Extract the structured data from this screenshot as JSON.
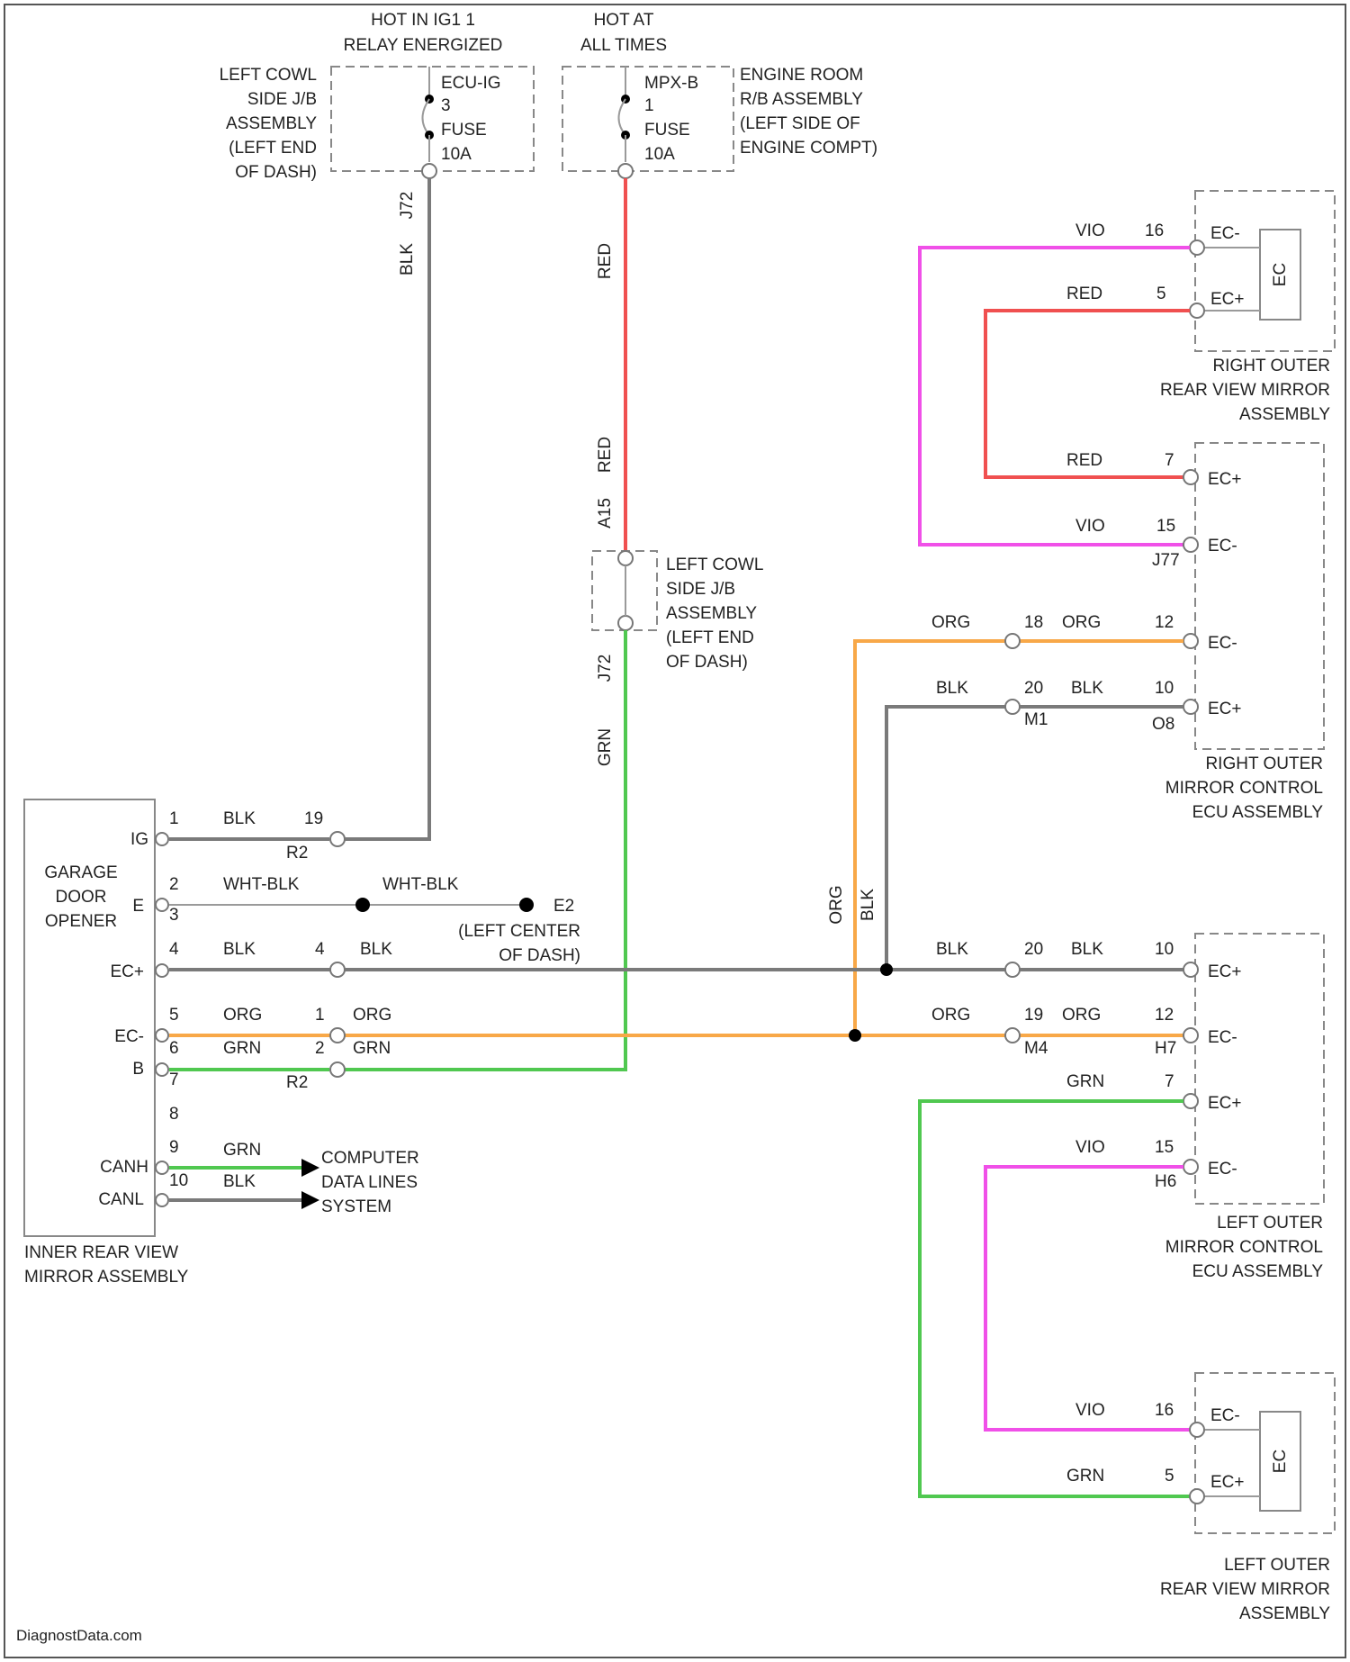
{
  "header": {
    "hot_ig": "HOT IN IG1 1",
    "relay": "RELAY ENERGIZED",
    "hot_at": "HOT AT",
    "all_times": "ALL TIMES"
  },
  "jb_left": [
    "LEFT COWL",
    "SIDE J/B",
    "ASSEMBLY",
    "(LEFT END",
    "OF DASH)"
  ],
  "fuse_ecu": {
    "name": "ECU-IG",
    "num": "3",
    "fuse": "FUSE",
    "amps": "10A"
  },
  "fuse_mpx": {
    "name": "MPX-B",
    "num": "1",
    "fuse": "FUSE",
    "amps": "10A"
  },
  "rb_engine": [
    "ENGINE ROOM",
    "R/B ASSEMBLY",
    "(LEFT SIDE OF",
    "ENGINE COMPT)"
  ],
  "jb_mid": [
    "LEFT COWL",
    "SIDE J/B",
    "ASSEMBLY",
    "(LEFT END",
    "OF DASH)"
  ],
  "right_mirror": [
    "RIGHT OUTER",
    "REAR VIEW MIRROR",
    "ASSEMBLY"
  ],
  "right_ecu": [
    "RIGHT OUTER",
    "MIRROR CONTROL",
    "ECU ASSEMBLY"
  ],
  "left_ecu": [
    "LEFT OUTER",
    "MIRROR CONTROL",
    "ECU ASSEMBLY"
  ],
  "left_mirror": [
    "LEFT OUTER",
    "REAR VIEW MIRROR",
    "ASSEMBLY"
  ],
  "inner_mirror": [
    "INNER REAR VIEW",
    "MIRROR ASSEMBLY"
  ],
  "garage": [
    "GARAGE",
    "DOOR",
    "OPENER"
  ],
  "ground": {
    "name": "E2",
    "loc": [
      "(LEFT CENTER",
      "OF DASH)"
    ]
  },
  "computer": [
    "COMPUTER",
    "DATA LINES",
    "SYSTEM"
  ],
  "pin_labels": {
    "ig": "IG",
    "e": "E",
    "ecp": "EC+",
    "ecm": "EC-",
    "b": "B",
    "canh": "CANH",
    "canl": "CANL",
    "ec_minus": "EC-",
    "ec_plus": "EC+",
    "ec_btn": "EC"
  },
  "wire_colors": {
    "blk": "BLK",
    "red": "RED",
    "vio": "VIO",
    "org": "ORG",
    "grn": "GRN",
    "wht_blk": "WHT-BLK"
  },
  "connectors": {
    "j72a": "J72",
    "j72b": "J72",
    "a15": "A15",
    "j77": "J77",
    "m1": "M1",
    "o8": "O8",
    "m4": "M4",
    "h7": "H7",
    "h6": "H6",
    "r2a": "R2",
    "r2b": "R2"
  },
  "pins": {
    "p1": "1",
    "p2": "2",
    "p3": "3",
    "p4": "4",
    "p5": "5",
    "p6": "6",
    "p7": "7",
    "p8": "8",
    "p9": "9",
    "p10": "10",
    "p12": "12",
    "p16": "16",
    "p18": "18",
    "p19": "19",
    "p20": "20",
    "p15": "15",
    "p10b": "10",
    "j4": "4",
    "j1": "1",
    "j2": "2"
  },
  "watermark": "DiagnostData.com",
  "colors": {
    "red": "#f05050",
    "pink": "#f050e8",
    "orange": "#f8a848",
    "green": "#50c850",
    "gray": "#7a7a7a"
  }
}
